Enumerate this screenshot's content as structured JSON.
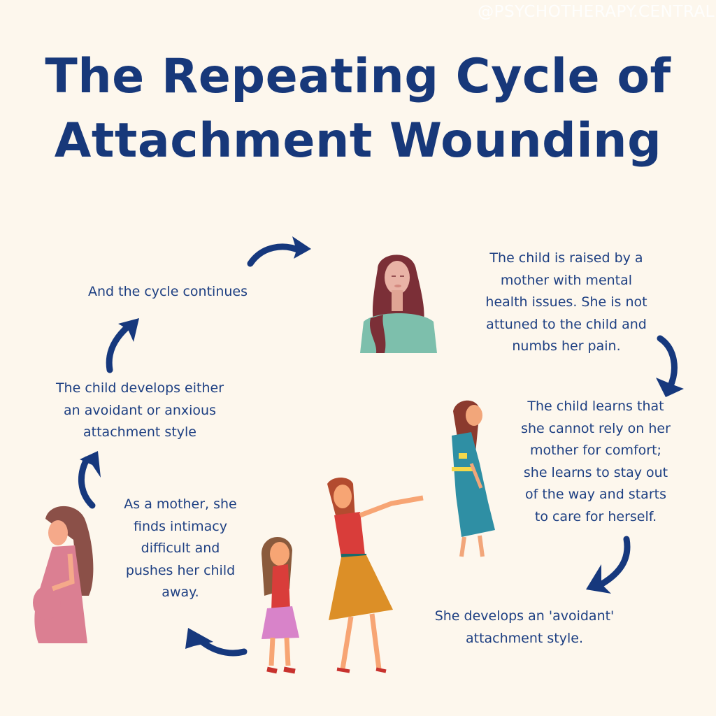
{
  "watermark": "@PSYCHOTHERAPY.CENTRAL",
  "title": {
    "line1": "The Repeating Cycle of",
    "line2": "Attachment Wounding"
  },
  "cycle_steps": [
    {
      "text": "The child is raised by a\nmother with mental\nhealth issues. She is not\nattuned to the child and\nnumbs her pain."
    },
    {
      "text": "The child learns that\nshe cannot rely on her\nmother for comfort;\nshe learns to stay out\nof the way and starts\nto care for herself."
    },
    {
      "text": "She develops an 'avoidant'\nattachment style."
    },
    {
      "text": "As a mother, she\nfinds intimacy\ndifficult and\npushes her child\naway."
    },
    {
      "text": "The child develops either\nan avoidant or anxious\nattachment style"
    },
    {
      "text": "And the cycle continues"
    }
  ],
  "illustrations": [
    {
      "name": "distressed-mother",
      "description": "woman with long dark red hair, teal top, eyes closed"
    },
    {
      "name": "withdrawn-child",
      "description": "girl in teal dress looking down"
    },
    {
      "name": "scolding-mother-and-child",
      "description": "mother in red top and mustard skirt pointing away, child in pink skirt looking down"
    },
    {
      "name": "pregnant-woman",
      "description": "pregnant woman in pink dress with long brown hair"
    }
  ],
  "colors": {
    "background": "#fdf7ed",
    "primary_text": "#17387a",
    "arrow": "#16387d"
  }
}
